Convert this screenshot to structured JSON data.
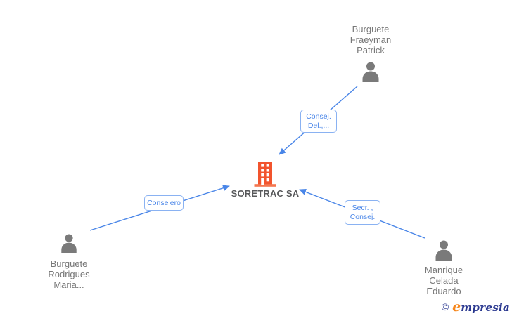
{
  "colors": {
    "edge_blue": "#4a86e8",
    "label_border_blue": "#8ab2f2",
    "label_text_blue": "#4a86e8",
    "person_gray": "#7a7a7a",
    "name_text_gray": "#777777",
    "company_text_gray": "#58595b",
    "building_orange": "#f2542d",
    "logo_navy": "#2b3990",
    "logo_orange": "#f6881f"
  },
  "company": {
    "name": "SORETRAC SA",
    "icon": "building-icon"
  },
  "people": {
    "top": {
      "lines": [
        "Burguete",
        "Fraeyman",
        "Patrick"
      ],
      "icon": "person-icon"
    },
    "left": {
      "lines": [
        "Burguete",
        "Rodrigues",
        "Maria..."
      ],
      "icon": "person-icon"
    },
    "right": {
      "lines": [
        "Manrique",
        "Celada",
        "Eduardo"
      ],
      "icon": "person-icon"
    }
  },
  "edges": {
    "top": {
      "lines": [
        "Consej.",
        "Del.,..."
      ],
      "from": "Burguete Fraeyman Patrick",
      "to": "SORETRAC SA"
    },
    "left": {
      "lines": [
        "Consejero"
      ],
      "from": "Burguete Rodrigues Maria...",
      "to": "SORETRAC SA"
    },
    "right": {
      "lines": [
        "Secr. ,",
        "Consej."
      ],
      "from": "Manrique Celada Eduardo",
      "to": "SORETRAC SA"
    }
  },
  "watermark": {
    "copyright_symbol": "©",
    "brand_initial": "e",
    "brand_rest": "mpresia"
  }
}
